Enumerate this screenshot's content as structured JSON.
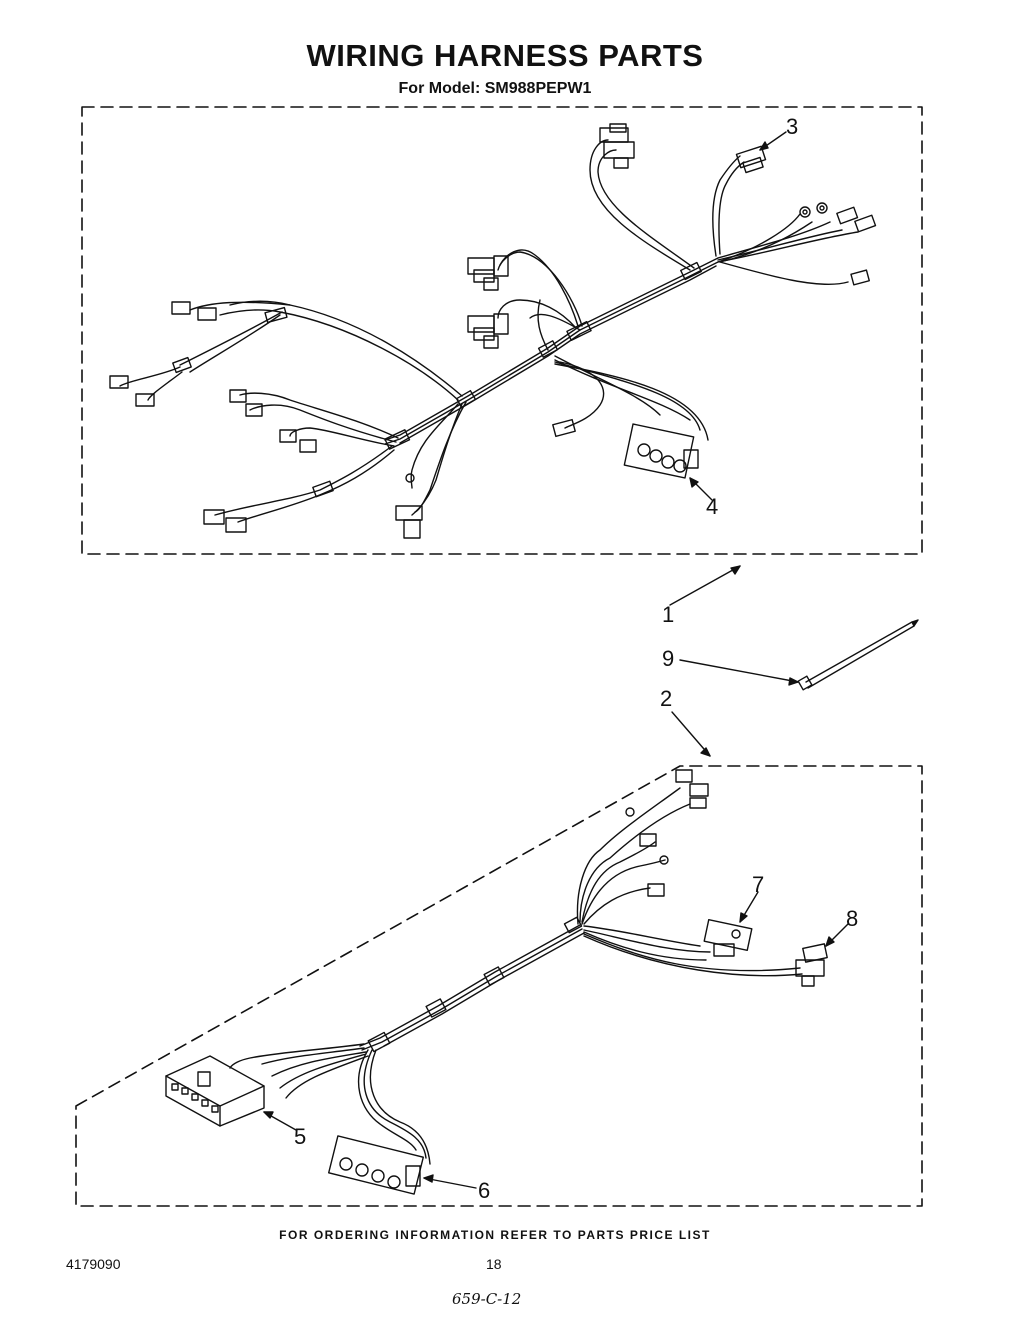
{
  "title": "WIRING HARNESS PARTS",
  "subtitle": "For Model: SM988PEPW1",
  "callouts": {
    "c1": "1",
    "c2": "2",
    "c3": "3",
    "c4": "4",
    "c5": "5",
    "c6": "6",
    "c7": "7",
    "c8": "8",
    "c9": "9"
  },
  "footer": "FOR ORDERING INFORMATION REFER TO PARTS PRICE LIST",
  "doc_number": "4179090",
  "page_number": "18",
  "handwritten_note": "659-C-12"
}
